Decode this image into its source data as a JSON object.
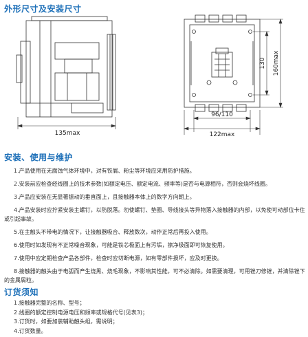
{
  "titles": {
    "dimensions": "外形尺寸及安装尺寸",
    "installation": "安装、使用与维护",
    "ordering": "订货须知"
  },
  "dims": {
    "side_width": "135max",
    "front_inner_width": "96/110",
    "front_outer_width": "122max",
    "mount_height": "130",
    "total_height": "160max"
  },
  "installation_items": [
    "1.产品使用在无腐蚀气体环境中，对有铁屑、粉尘等环境应采用防护措施。",
    "2.安装前应检查经线圈上的技术参数(如额定电压、额定电流、频率等)是否与电源相符，否则会烧坏线圈。",
    "3.产品应安装在无显著振动的垂直面上，且接触器本体上的数字方向朝上。",
    "4.产品安装时应拧紧安装主螺钉，以防脱落。勿使螺钉、垫圈、导线接头等异物落入接触器的内部，以免使可动部位卡住或引起事故。",
    "5.在主触头不带电的情况下，让接触器吸合、释放数次，动作正常后再投入使用。",
    "6.使用时如发现有不正常噪音现象，可能是铁芯极面上有污垢，擦净极面即可恢复使用。",
    "7.使用中应定期检查产品各部件，检查时应切断电源，如有零部件损坏，应及时更换。",
    "8.接触器的触头由于电弧而产生烧黑、烧毛现象，不影响其性能，可不必清除。如需要清理，可用锉刀修锉，并清除锉下的金属屑粒。"
  ],
  "ordering_items": [
    "1.接触器完整的名称、型号；",
    "2.线圈的额定控制电源电压和频率或规格代号(见表3)；",
    "3.订货时，如要加装辅助触头组，需说明；",
    "4.订货数量。"
  ]
}
